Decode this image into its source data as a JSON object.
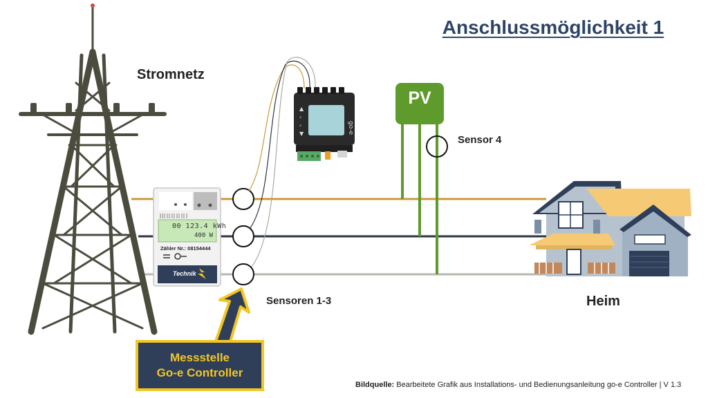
{
  "title": "Anschlussmöglichkeit 1",
  "labels": {
    "grid": "Stromnetz",
    "sensor4": "Sensor 4",
    "sensors13": "Sensoren 1-3",
    "home": "Heim",
    "pv": "PV"
  },
  "callout": {
    "line1": "Messstelle",
    "line2": "Go-e Controller"
  },
  "meter": {
    "number_label": "Zähler Nr.: 08154444",
    "energy_reading": "00 123.4 kWh",
    "power_reading": "400 W",
    "brand": "Technik"
  },
  "credit": {
    "prefix": "Bildquelle:",
    "text": " Bearbeitete Grafik aus Installations- und Bedienungsanleitung go-e Controller | V 1.3"
  },
  "colors": {
    "line_phase1": "#c9993a",
    "line_phase2": "#2b3340",
    "line_phase3": "#b6b6b0",
    "pv_green": "#5e9a2c",
    "callout_bg": "#2f3f5a",
    "callout_border": "#f3c623",
    "title_color": "#2e4466"
  }
}
